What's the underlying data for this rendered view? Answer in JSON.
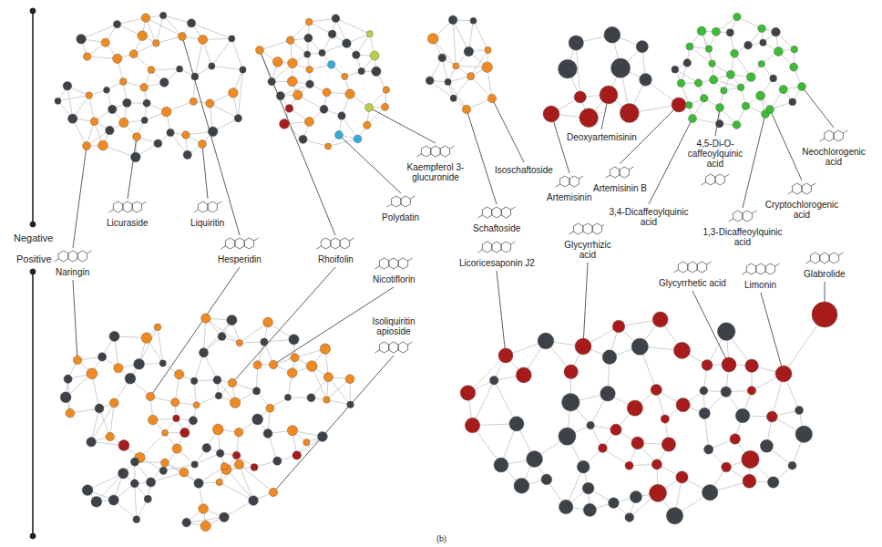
{
  "diagram": {
    "labels": [
      "Negative",
      "Licuraside",
      "Liquiritin",
      "Kaempferol 3-glucuronide",
      "Polydatin",
      "Isoschaftoside",
      "Schaftoside",
      "Deoxyartemisinin",
      "Artemisinin",
      "Artemisinin B",
      "4,5-Di-O-caffeoylquinic acid",
      "3,4-Dicaffeoylquinic acid",
      "1,3-Dicaffeoylquinic acid",
      "Cryptochlorogenic acid",
      "Neochlorogenic acid",
      "Naringin",
      "Hesperidin",
      "Rhoifolin",
      "Positive",
      "Nicotiflorin",
      "Isoliquiritin apioside",
      "Licoricesaponin J2",
      "Glycyrrhizic acid",
      "Glycyrrhetic acid",
      "Limonin",
      "Glabrolide",
      "(b)"
    ]
  }
}
